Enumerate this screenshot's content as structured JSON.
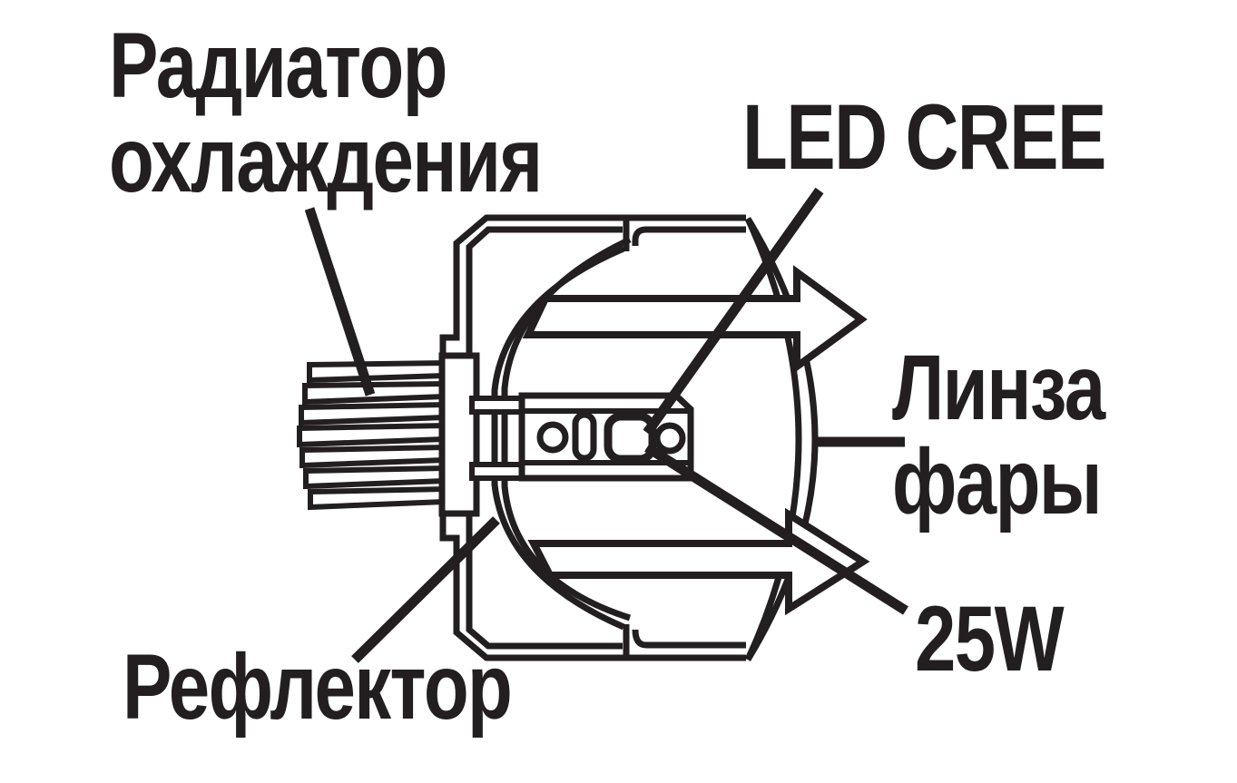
{
  "labels": {
    "radiator": {
      "lines": [
        "Радиатор",
        "охлаждения"
      ]
    },
    "led": {
      "text": "LED CREE"
    },
    "lens": {
      "lines": [
        "Линза",
        "фары"
      ]
    },
    "power": {
      "text": "25W"
    },
    "reflector": {
      "text": "Рефлектор"
    }
  },
  "colors": {
    "ink": "#231f20",
    "background": "#ffffff"
  },
  "diagram": {
    "type": "technical-line-drawing",
    "parts": [
      "heatsink-fins",
      "heatsink-mount-plate",
      "housing-shell",
      "reflector-bowl",
      "led-bracket",
      "led-chip",
      "headlight-lens",
      "light-beam-arrows"
    ],
    "heatsink_fin_count": 7
  }
}
